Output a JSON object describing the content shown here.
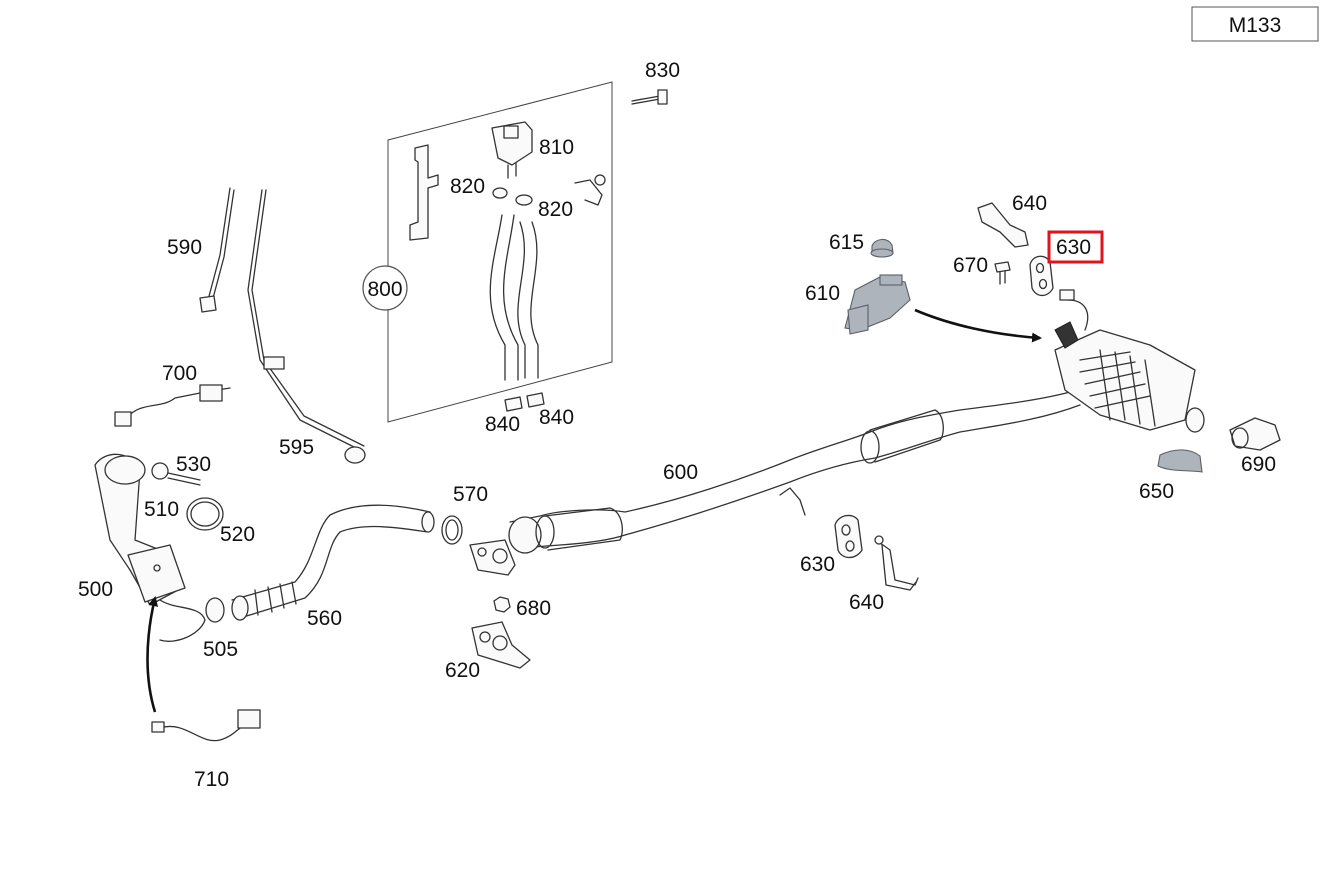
{
  "model_badge": "M133",
  "group_label": "800",
  "highlighted_part": "630",
  "colors": {
    "highlight": "#e0141c",
    "line": "#333333",
    "sensor_grey": "#aeb4bb"
  },
  "labels": [
    {
      "id": "830",
      "text": "830"
    },
    {
      "id": "810",
      "text": "810"
    },
    {
      "id": "820a",
      "text": "820"
    },
    {
      "id": "820b",
      "text": "820"
    },
    {
      "id": "840a",
      "text": "840"
    },
    {
      "id": "840b",
      "text": "840"
    },
    {
      "id": "590",
      "text": "590"
    },
    {
      "id": "595",
      "text": "595"
    },
    {
      "id": "700",
      "text": "700"
    },
    {
      "id": "530",
      "text": "530"
    },
    {
      "id": "510",
      "text": "510"
    },
    {
      "id": "520",
      "text": "520"
    },
    {
      "id": "500",
      "text": "500"
    },
    {
      "id": "505",
      "text": "505"
    },
    {
      "id": "560",
      "text": "560"
    },
    {
      "id": "570",
      "text": "570"
    },
    {
      "id": "680",
      "text": "680"
    },
    {
      "id": "620",
      "text": "620"
    },
    {
      "id": "600",
      "text": "600"
    },
    {
      "id": "630a",
      "text": "630"
    },
    {
      "id": "640a",
      "text": "640"
    },
    {
      "id": "615",
      "text": "615"
    },
    {
      "id": "610",
      "text": "610"
    },
    {
      "id": "670",
      "text": "670"
    },
    {
      "id": "640b",
      "text": "640"
    },
    {
      "id": "650",
      "text": "650"
    },
    {
      "id": "690",
      "text": "690"
    },
    {
      "id": "710",
      "text": "710"
    }
  ]
}
